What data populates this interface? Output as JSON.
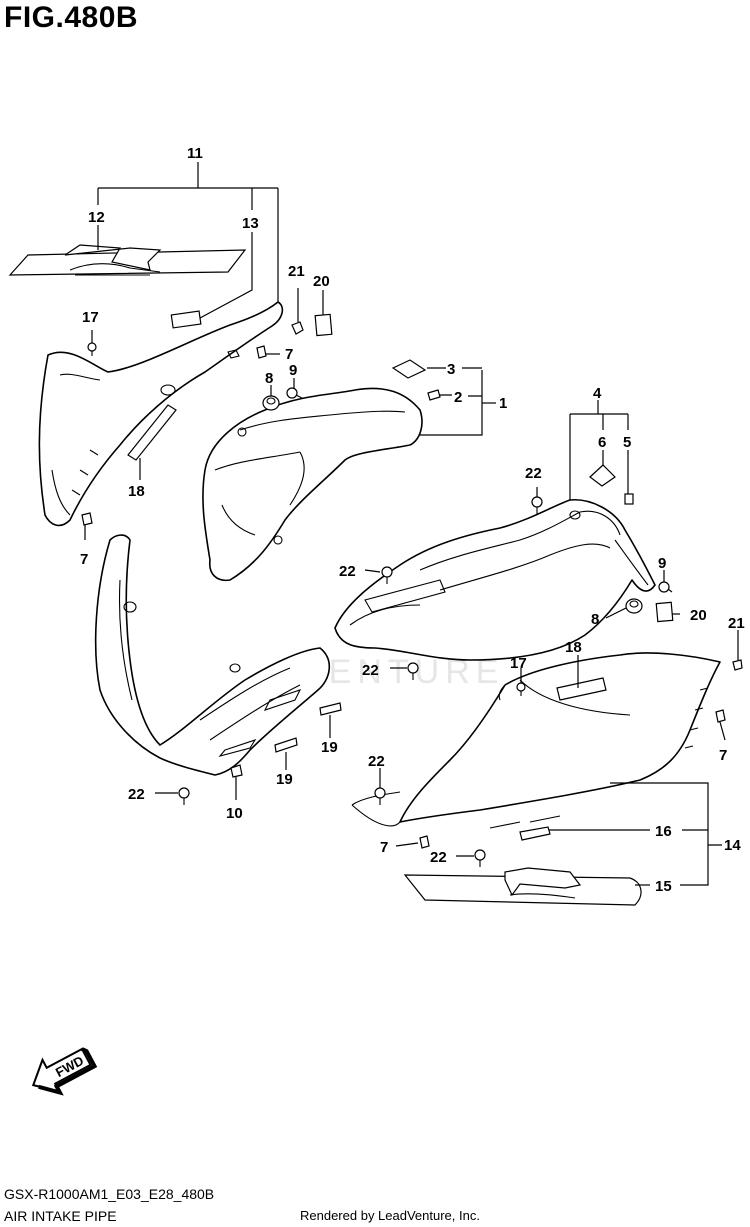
{
  "figure": {
    "title": "FIG.480B",
    "model_code": "GSX-R1000AM1_E03_E28_480B",
    "section_name": "AIR INTAKE PIPE",
    "credit": "Rendered by LeadVenture, Inc.",
    "watermark": "VENTURE",
    "fwd_label": "FWD"
  },
  "callouts": {
    "c1": "1",
    "c2": "2",
    "c3": "3",
    "c4": "4",
    "c5": "5",
    "c6": "6",
    "c7a": "7",
    "c7b": "7",
    "c7c": "7",
    "c7d": "7",
    "c8a": "8",
    "c8b": "8",
    "c9a": "9",
    "c9b": "9",
    "c10": "10",
    "c11": "11",
    "c12": "12",
    "c13": "13",
    "c14": "14",
    "c15": "15",
    "c16": "16",
    "c17a": "17",
    "c17b": "17",
    "c18a": "18",
    "c18b": "18",
    "c19a": "19",
    "c19b": "19",
    "c20a": "20",
    "c20b": "20",
    "c21a": "21",
    "c21b": "21",
    "c22a": "22",
    "c22b": "22",
    "c22c": "22",
    "c22d": "22",
    "c22e": "22"
  }
}
